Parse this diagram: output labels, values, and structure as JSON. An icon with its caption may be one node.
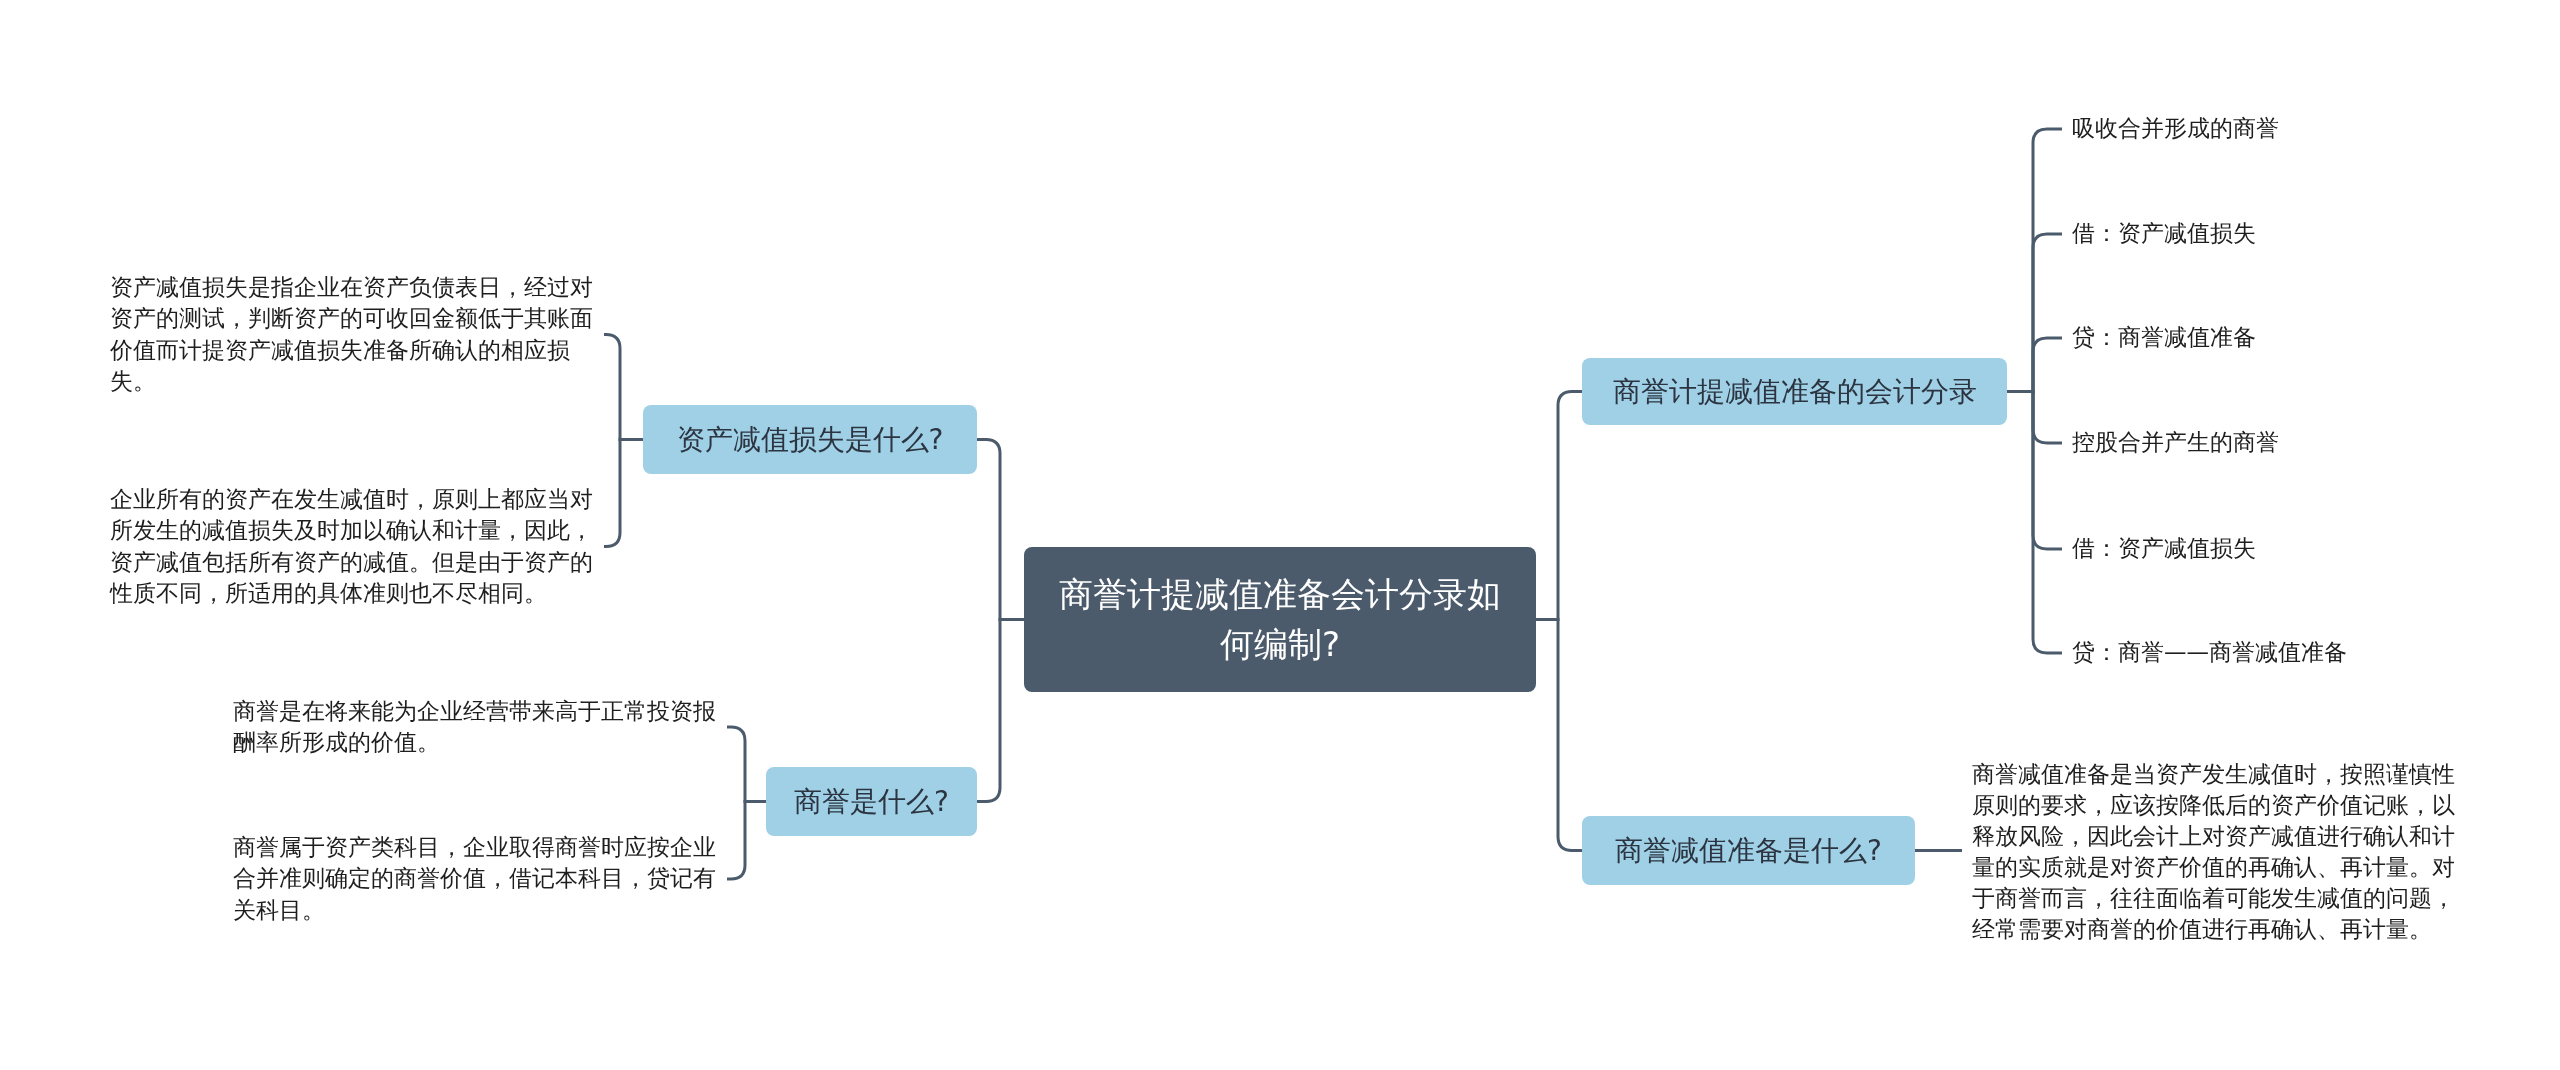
{
  "diagram": {
    "nodes": [
      {
        "text": [
          "商誉计提减值准备会计分录如何编制?"
        ]
      },
      {
        "text": [
          "资产减值损失是什么?"
        ]
      },
      {
        "text": [
          "资产减值损失是指企业在资产负债表日，经过对资产的测试，判断资产的可收回金额低于其账面价值而计提资产减值损失准备所确认的相应损失。"
        ]
      },
      {
        "text": [
          "企业所有的资产在发生减值时，原则上都应当对所发生的减值损失及时加以确认和计量，因此，资产减值包括所有资产的减值。但是由于资产的性质不同，所适用的具体准则也不尽相同。"
        ]
      },
      {
        "text": [
          "商誉是什么?"
        ]
      },
      {
        "text": [
          "商誉是在将来能为企业经营带来高于正常投资报酬率所形成的价值。"
        ]
      },
      {
        "text": [
          "商誉属于资产类科目，企业取得商誉时应按企业合并准则确定的商誉价值，借记本科目，贷记有关科目。"
        ]
      },
      {
        "text": [
          "商誉计提减值准备的会计分录"
        ]
      },
      {
        "text": [
          "吸收合并形成的商誉"
        ]
      },
      {
        "text": [
          "借：资产减值损失"
        ]
      },
      {
        "text": [
          "贷：商誉减值准备"
        ]
      },
      {
        "text": [
          "控股合并产生的商誉"
        ]
      },
      {
        "text": [
          "借：资产减值损失"
        ]
      },
      {
        "text": [
          "贷：商誉——商誉减值准备"
        ]
      },
      {
        "text": [
          "商誉减值准备是什么?"
        ]
      },
      {
        "text": [
          "商誉减值准备是当资产发生减值时，按照谨慎性原则的要求，应该按降低后的资产价值记账，以释放风险，因此会计上对资产减值进行确认和计量的实质就是对资产价值的再确认、再计量。对于商誉而言，往往面临着可能发生减值的问题，经常需要对商誉的价值进行再确认、再计量。"
        ]
      }
    ],
    "edges": [
      {
        "from": 0,
        "to": 1,
        "arrow": "none"
      },
      {
        "from": 1,
        "to": 2,
        "arrow": "none"
      },
      {
        "from": 1,
        "to": 3,
        "arrow": "none"
      },
      {
        "from": 0,
        "to": 4,
        "arrow": "none"
      },
      {
        "from": 4,
        "to": 5,
        "arrow": "none"
      },
      {
        "from": 4,
        "to": 6,
        "arrow": "none"
      },
      {
        "from": 0,
        "to": 7,
        "arrow": "none"
      },
      {
        "from": 7,
        "to": 8,
        "arrow": "none"
      },
      {
        "from": 7,
        "to": 9,
        "arrow": "none"
      },
      {
        "from": 7,
        "to": 10,
        "arrow": "none"
      },
      {
        "from": 7,
        "to": 11,
        "arrow": "none"
      },
      {
        "from": 7,
        "to": 12,
        "arrow": "none"
      },
      {
        "from": 7,
        "to": 13,
        "arrow": "none"
      },
      {
        "from": 0,
        "to": 14,
        "arrow": "none"
      },
      {
        "from": 14,
        "to": 15,
        "arrow": "none"
      }
    ]
  }
}
